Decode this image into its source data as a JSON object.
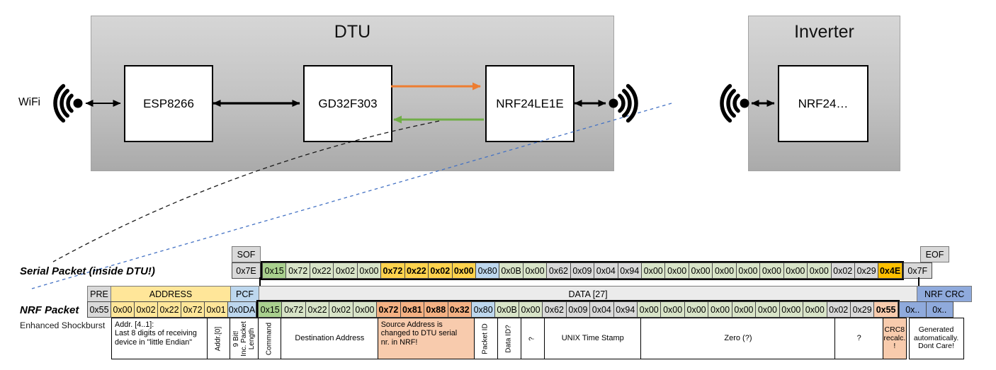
{
  "palette": {
    "gray": "#d9d9d9",
    "lgray": "#ebebeb",
    "yellow": "#ffe699",
    "gold": "#ffd34d",
    "orange": "#ffc000",
    "blue": "#bdd7ee",
    "dblue": "#8faadc",
    "green": "#a9d08e",
    "lgreen": "#d8e4c8",
    "salmon": "#f8cbad",
    "dsalmon": "#f4b183",
    "white": "#ffffff",
    "arrow_orange": "#ed7d31",
    "arrow_green": "#70ad47",
    "dashed_blue": "#4472c4"
  },
  "diagram": {
    "wifi_label": "WiFi",
    "dtu": {
      "title": "DTU",
      "nodes": [
        {
          "label": "ESP8266"
        },
        {
          "label": "GD32F303"
        },
        {
          "label": "NRF24LE1E"
        }
      ]
    },
    "inverter": {
      "title": "Inverter",
      "nodes": [
        {
          "label": "NRF24…"
        }
      ]
    }
  },
  "serial_packet": {
    "label": "Serial Packet (inside DTU!)",
    "sof_header": "SOF",
    "sof_value": "0x7E",
    "eof_header": "EOF",
    "eof_value": "0x7F",
    "data_bytes": [
      {
        "v": "0x15",
        "c": "green"
      },
      {
        "v": "0x72",
        "c": "lgreen"
      },
      {
        "v": "0x22",
        "c": "lgreen"
      },
      {
        "v": "0x02",
        "c": "lgreen"
      },
      {
        "v": "0x00",
        "c": "lgreen"
      },
      {
        "v": "0x72",
        "c": "gold",
        "b": true
      },
      {
        "v": "0x22",
        "c": "gold",
        "b": true
      },
      {
        "v": "0x02",
        "c": "gold",
        "b": true
      },
      {
        "v": "0x00",
        "c": "gold",
        "b": true
      },
      {
        "v": "0x80",
        "c": "blue"
      },
      {
        "v": "0x0B",
        "c": "lgreen"
      },
      {
        "v": "0x00",
        "c": "lgreen"
      },
      {
        "v": "0x62",
        "c": "gray"
      },
      {
        "v": "0x09",
        "c": "gray"
      },
      {
        "v": "0x04",
        "c": "gray"
      },
      {
        "v": "0x94",
        "c": "gray"
      },
      {
        "v": "0x00",
        "c": "lgreen"
      },
      {
        "v": "0x00",
        "c": "lgreen"
      },
      {
        "v": "0x00",
        "c": "lgreen"
      },
      {
        "v": "0x00",
        "c": "lgreen"
      },
      {
        "v": "0x00",
        "c": "lgreen"
      },
      {
        "v": "0x00",
        "c": "lgreen"
      },
      {
        "v": "0x00",
        "c": "lgreen"
      },
      {
        "v": "0x00",
        "c": "lgreen"
      },
      {
        "v": "0x02",
        "c": "gray"
      },
      {
        "v": "0x29",
        "c": "gray"
      },
      {
        "v": "0x4E",
        "c": "orange",
        "b": true
      }
    ]
  },
  "nrf_packet": {
    "label": "NRF Packet",
    "sublabel": "Enhanced Shockburst",
    "headers": [
      {
        "t": "PRE",
        "c": "gray",
        "kind": "pre"
      },
      {
        "t": "ADDRESS",
        "c": "yellow",
        "kind": "addr"
      },
      {
        "t": "PCF",
        "c": "blue",
        "kind": "pcf"
      },
      {
        "t": "DATA [27]",
        "c": "lgray",
        "kind": "data"
      },
      {
        "t": "NRF CRC",
        "c": "dblue",
        "kind": "crc"
      }
    ],
    "prefix_bytes": [
      {
        "v": "0x55",
        "c": "gray"
      },
      {
        "v": "0x00",
        "c": "yellow"
      },
      {
        "v": "0x02",
        "c": "yellow"
      },
      {
        "v": "0x22",
        "c": "yellow"
      },
      {
        "v": "0x72",
        "c": "yellow"
      },
      {
        "v": "0x01",
        "c": "yellow"
      }
    ],
    "pcf_byte": {
      "v": "0x0DA",
      "c": "blue"
    },
    "data_bytes": [
      {
        "v": "0x15",
        "c": "green"
      },
      {
        "v": "0x72",
        "c": "lgreen"
      },
      {
        "v": "0x22",
        "c": "lgreen"
      },
      {
        "v": "0x02",
        "c": "lgreen"
      },
      {
        "v": "0x00",
        "c": "lgreen"
      },
      {
        "v": "0x72",
        "c": "dsalmon",
        "b": true
      },
      {
        "v": "0x81",
        "c": "dsalmon",
        "b": true
      },
      {
        "v": "0x88",
        "c": "dsalmon",
        "b": true
      },
      {
        "v": "0x32",
        "c": "dsalmon",
        "b": true
      },
      {
        "v": "0x80",
        "c": "blue"
      },
      {
        "v": "0x0B",
        "c": "lgreen"
      },
      {
        "v": "0x00",
        "c": "lgreen"
      },
      {
        "v": "0x62",
        "c": "gray"
      },
      {
        "v": "0x09",
        "c": "gray"
      },
      {
        "v": "0x04",
        "c": "gray"
      },
      {
        "v": "0x94",
        "c": "gray"
      },
      {
        "v": "0x00",
        "c": "lgreen"
      },
      {
        "v": "0x00",
        "c": "lgreen"
      },
      {
        "v": "0x00",
        "c": "lgreen"
      },
      {
        "v": "0x00",
        "c": "lgreen"
      },
      {
        "v": "0x00",
        "c": "lgreen"
      },
      {
        "v": "0x00",
        "c": "lgreen"
      },
      {
        "v": "0x00",
        "c": "lgreen"
      },
      {
        "v": "0x00",
        "c": "lgreen"
      },
      {
        "v": "0x02",
        "c": "gray"
      },
      {
        "v": "0x29",
        "c": "gray"
      },
      {
        "v": "0x55",
        "c": "salmon",
        "b": true
      }
    ],
    "crc_bytes": [
      {
        "v": "0x..",
        "c": "dblue"
      },
      {
        "v": "0x..",
        "c": "dblue"
      }
    ],
    "annotations": [
      {
        "text": "Addr. [4..1]:\nLast 8 digits of receiving\ndevice in \"little Endian\"",
        "kind": "addr4",
        "orient": "h",
        "bg": "white",
        "align": "left"
      },
      {
        "text": "Addr.[0]",
        "kind": "one_pre",
        "orient": "v",
        "bg": "white"
      },
      {
        "text": "9 Bit!\nInc. Packet\nLength",
        "kind": "pcf",
        "orient": "v",
        "bg": "white"
      },
      {
        "text": "Command",
        "span": 1,
        "orient": "v",
        "bg": "white"
      },
      {
        "text": "Destination Address",
        "span": 4,
        "orient": "h",
        "bg": "white"
      },
      {
        "text": "Source Address is\nchanged to DTU serial\nnr. in NRF!",
        "span": 4,
        "orient": "h",
        "bg": "salmon",
        "align": "left"
      },
      {
        "text": "Packet ID",
        "span": 1,
        "orient": "v",
        "bg": "white"
      },
      {
        "text": "Data ID?",
        "span": 1,
        "orient": "v",
        "bg": "white"
      },
      {
        "text": "?",
        "span": 1,
        "orient": "v",
        "bg": "white"
      },
      {
        "text": "UNIX Time Stamp",
        "span": 4,
        "orient": "h",
        "bg": "white"
      },
      {
        "text": "Zero (?)",
        "span": 8,
        "orient": "h",
        "bg": "white"
      },
      {
        "text": "?",
        "span": 2,
        "orient": "h",
        "bg": "white"
      },
      {
        "text": "CRC8\nrecalc.\n!",
        "span": 1,
        "orient": "h",
        "bg": "salmon",
        "small": true
      },
      {
        "text": "Generated\nautomatically.\nDont Care!",
        "kind": "crc",
        "orient": "h",
        "bg": "white",
        "small": true,
        "gap": true
      }
    ]
  }
}
